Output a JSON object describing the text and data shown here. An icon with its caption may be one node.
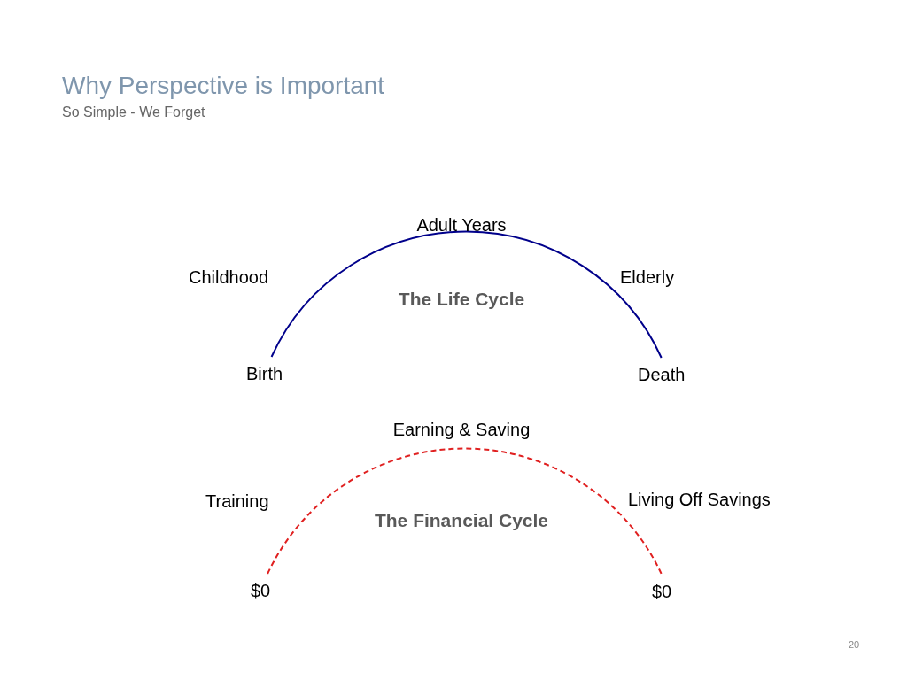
{
  "diagram": {
    "title": "Why Perspective is Important",
    "nodes": [
      {
        "text": [
          "Birth"
        ]
      },
      {
        "text": [
          "Death"
        ]
      },
      {
        "text": [
          "$0"
        ]
      },
      {
        "text": [
          "$0"
        ]
      }
    ],
    "edges": [
      {
        "from": 0,
        "to": 1,
        "arrow": "none",
        "color": "#00008b"
      },
      {
        "from": 2,
        "to": 3,
        "arrow": "none",
        "style": "dashed",
        "color": "#e02020"
      }
    ],
    "labels": [
      "So Simple - We Forget",
      "Adult Years",
      "Childhood",
      "Elderly",
      "The Life Cycle",
      "Earning & Saving",
      "Training",
      "Living Off Savings",
      "The Financial Cycle",
      "20"
    ]
  }
}
